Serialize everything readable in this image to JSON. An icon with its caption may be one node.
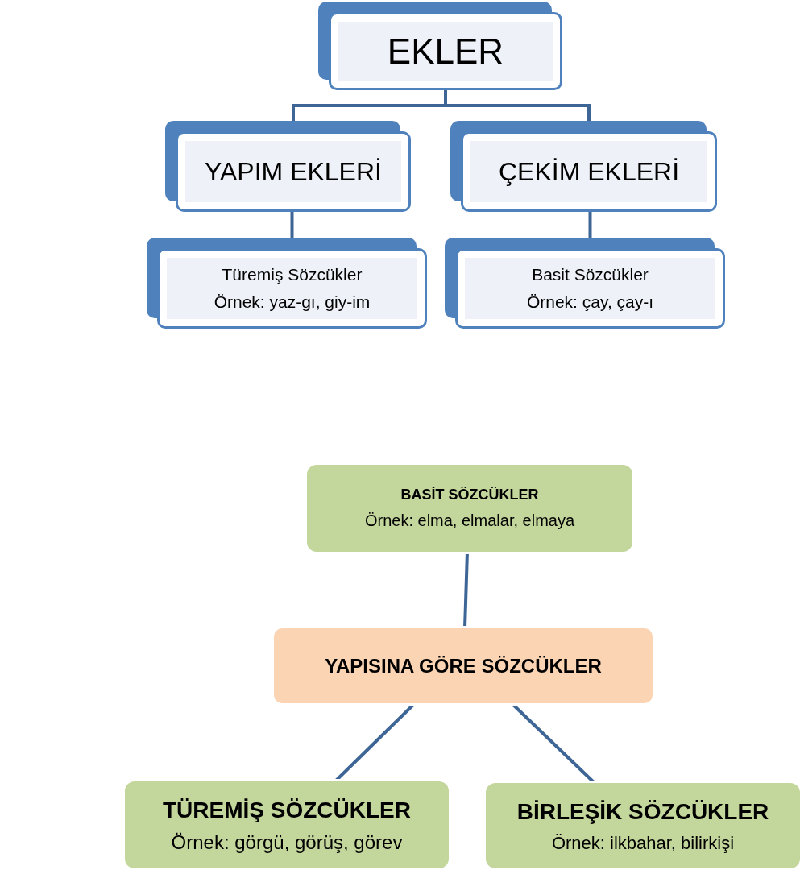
{
  "diagram": {
    "nodes": [
      {
        "text": [
          "EKLER"
        ]
      },
      {
        "text": [
          "YAPIM EKLERİ"
        ]
      },
      {
        "text": [
          "ÇEKİM EKLERİ"
        ]
      },
      {
        "text": [
          "Türemiş Sözcükler",
          "Örnek: yaz-gı, giy-im"
        ]
      },
      {
        "text": [
          "Basit Sözcükler",
          "Örnek: çay, çay-ı"
        ]
      },
      {
        "text": [
          "BASİT SÖZCÜKLER",
          "Örnek: elma, elmalar, elmaya"
        ]
      },
      {
        "text": [
          "YAPISINA GÖRE SÖZCÜKLER"
        ]
      },
      {
        "text": [
          "TÜREMİŞ SÖZCÜKLER",
          "Örnek: görgü, görüş, görev"
        ]
      },
      {
        "text": [
          "BİRLEŞİK SÖZCÜKLER",
          "Örnek: ilkbahar, bilirkişi"
        ]
      }
    ],
    "edges": [
      {
        "from": 0,
        "to": 1,
        "arrow": "none"
      },
      {
        "from": 0,
        "to": 2,
        "arrow": "none"
      },
      {
        "from": 1,
        "to": 3,
        "arrow": "none"
      },
      {
        "from": 2,
        "to": 4,
        "arrow": "none"
      },
      {
        "from": 6,
        "to": 5,
        "arrow": "none"
      },
      {
        "from": 6,
        "to": 7,
        "arrow": "none"
      },
      {
        "from": 6,
        "to": 8,
        "arrow": "none"
      }
    ]
  }
}
